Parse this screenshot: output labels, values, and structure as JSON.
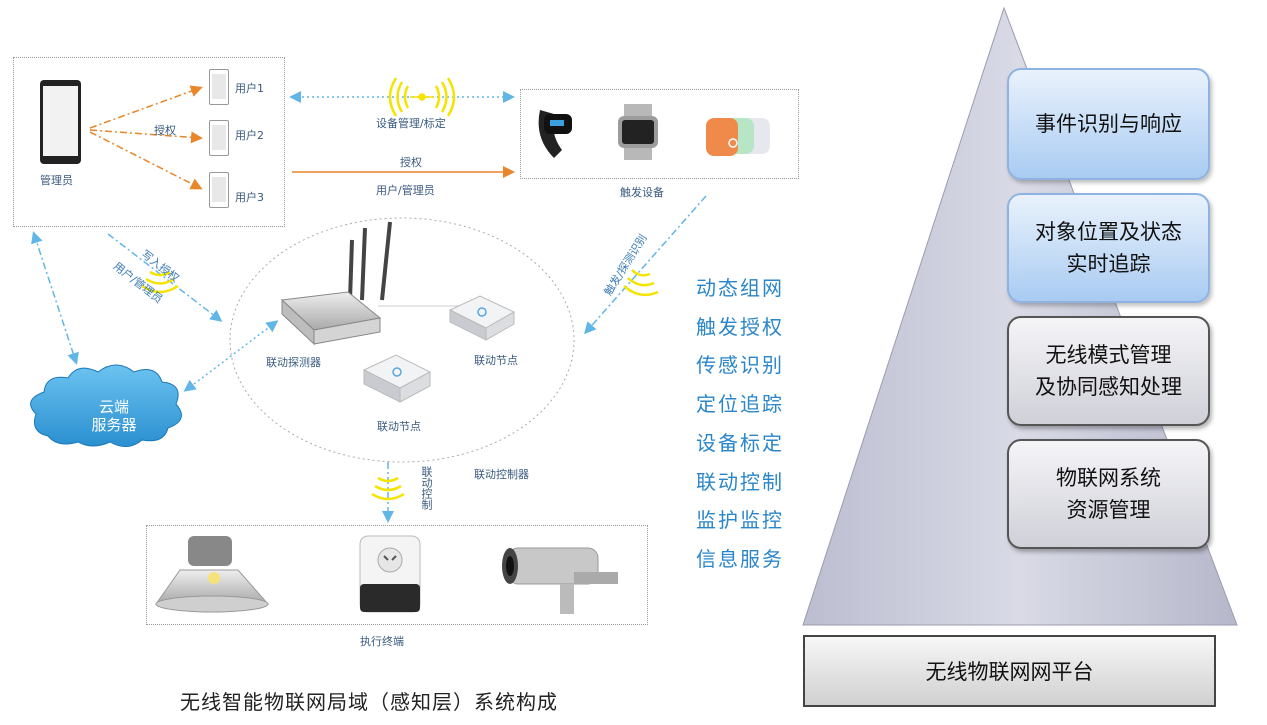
{
  "left_diagram": {
    "manager_label": "管理员",
    "users": [
      "用户1",
      "用户2",
      "用户3"
    ],
    "authorize_small": "授权",
    "device_mgmt_label": "设备管理/标定",
    "authorize_label": "授权",
    "user_admin_label": "用户/管理员",
    "trigger_devices_label": "触发设备",
    "write_auth_label": "写入授权",
    "user_admin_label2": "用户/管理员",
    "trigger_identify_label": "触发/探测识别",
    "detector_label": "联动探测器",
    "node_label_1": "联动节点",
    "node_label_2": "联动节点",
    "cloud_line1": "云端",
    "cloud_line2": "服务器",
    "linkage_control_label": "联动控制",
    "linkage_controller_label": "联动控制器",
    "executor_label": "执行终端"
  },
  "functions": [
    "动态组网",
    "触发授权",
    "传感识别",
    "定位追踪",
    "设备标定",
    "联动控制",
    "监护监控",
    "信息服务"
  ],
  "caption": "无线智能物联网局域（感知层）系统构成",
  "pyramid": {
    "levels": [
      {
        "line1": "事件识别与响应",
        "line2": ""
      },
      {
        "line1": "对象位置及状态",
        "line2": "实时追踪"
      },
      {
        "line1": "无线模式管理",
        "line2": "及协同感知处理"
      },
      {
        "line1": "物联网系统",
        "line2": "资源管理"
      }
    ],
    "platform": "无线物联网网平台"
  },
  "colors": {
    "arrow_orange": "#e8862a",
    "arrow_blue": "#62b6e6",
    "function_text": "#2a86c8",
    "cloud": "#3da4e0",
    "wave_yellow": "#f5e300"
  }
}
